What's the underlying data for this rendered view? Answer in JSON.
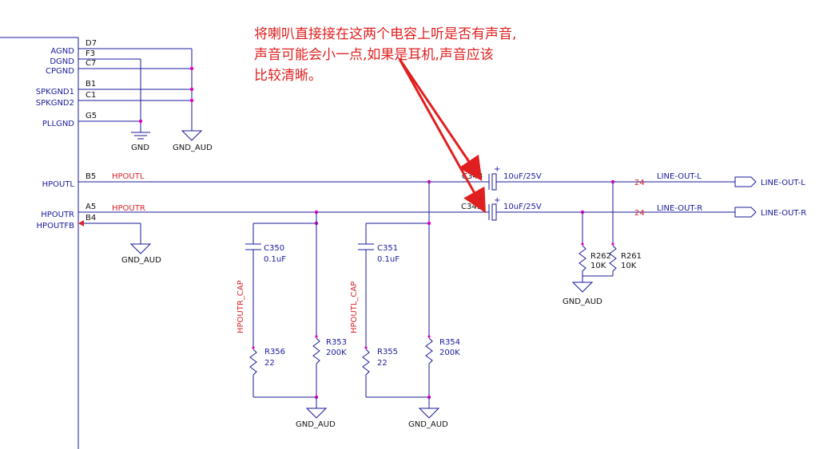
{
  "annotation": {
    "line1": "将喇叭直接接在这两个电容上听是否有声音,",
    "line2": "声音可能会小一点,如果是耳机,声音应该",
    "line3": "比较清晰。"
  },
  "ic_pins": {
    "AGND": {
      "pin": "D7",
      "net": "AGND"
    },
    "DGND": {
      "pin": "F3",
      "net": "DGND"
    },
    "CPGND": {
      "pin": "C7",
      "net": "CPGND"
    },
    "SPKGND1": {
      "pin": "B1",
      "net": "SPKGND1"
    },
    "SPKGND2": {
      "pin": "C1",
      "net": "SPKGND2"
    },
    "PLLGND": {
      "pin": "G5",
      "net": "PLLGND"
    },
    "HPOUTL": {
      "pin": "B5",
      "net": "HPOUTL"
    },
    "HPOUTR": {
      "pin": "A5",
      "net": "HPOUTR"
    },
    "HPOUTFB": {
      "pin": "B4",
      "net": "HPOUTFB"
    }
  },
  "nets": {
    "hpoutl": "HPOUTL",
    "hpoutr": "HPOUTR",
    "hpoutr_cap": "HPOUTR_CAP",
    "hpoutl_cap": "HPOUTL_CAP",
    "line_out_l": "LINE-OUT-L",
    "line_out_r": "LINE-OUT-R",
    "gnd": "GND",
    "gnd_aud": "GND_AUD",
    "page_ref": "24"
  },
  "components": {
    "C350": {
      "ref": "C350",
      "value": "0.1uF"
    },
    "C351": {
      "ref": "C351",
      "value": "0.1uF"
    },
    "C348": {
      "ref": "C348",
      "value": "10uF/25V"
    },
    "C349": {
      "ref": "C349",
      "value": "10uF/25V"
    },
    "R356": {
      "ref": "R356",
      "value": "22"
    },
    "R355": {
      "ref": "R355",
      "value": "22"
    },
    "R353": {
      "ref": "R353",
      "value": "200K"
    },
    "R354": {
      "ref": "R354",
      "value": "200K"
    },
    "R262": {
      "ref": "R262",
      "value": "10K"
    },
    "R261": {
      "ref": "R261",
      "value": "10K"
    },
    "plus": "+"
  },
  "colors": {
    "wire": "#1a1a9c",
    "net_label": "#d8232a",
    "annotation": "#e02020",
    "junction": "#e000c0"
  }
}
